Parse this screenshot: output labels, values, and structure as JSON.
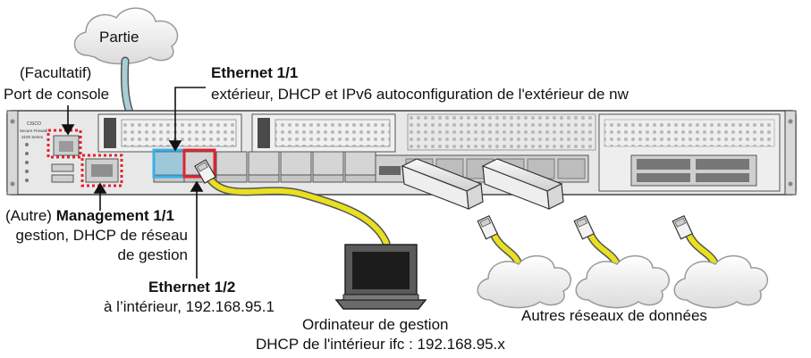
{
  "clouds": {
    "internet": "Partie"
  },
  "chassis": {
    "brand_line1": "CISCO",
    "brand_line2": "Secure Firewall",
    "brand_line3": "3100 Series"
  },
  "labels": {
    "console": {
      "line1": "(Facultatif)",
      "line2": "Port de console"
    },
    "eth11": {
      "title": "Ethernet 1/1",
      "desc": "extérieur, DHCP et IPv6 autoconfiguration de l'extérieur de nw"
    },
    "mgmt": {
      "prefix": "(Autre)",
      "title": "Management 1/1",
      "line2": "gestion, DHCP de réseau",
      "line3": "de gestion"
    },
    "eth12": {
      "title": "Ethernet 1/2",
      "desc": "à l’intérieur, 192.168.95.1"
    },
    "computer": {
      "line1": "Ordinateur de gestion",
      "line2": "DHCP de l'intérieur ifc : 192.168.95.x"
    },
    "other_networks": "Autres réseaux de données"
  },
  "colors": {
    "internet_cable": "#a9cfd6",
    "data_cable": "#e8e020",
    "eth11_highlight": "#3ab0e6",
    "eth12_highlight": "#e5222d",
    "optional_port_dash": "#e5222d",
    "cloud_fill": "#eeeeee",
    "chassis_fill": "#e8e8e8"
  }
}
